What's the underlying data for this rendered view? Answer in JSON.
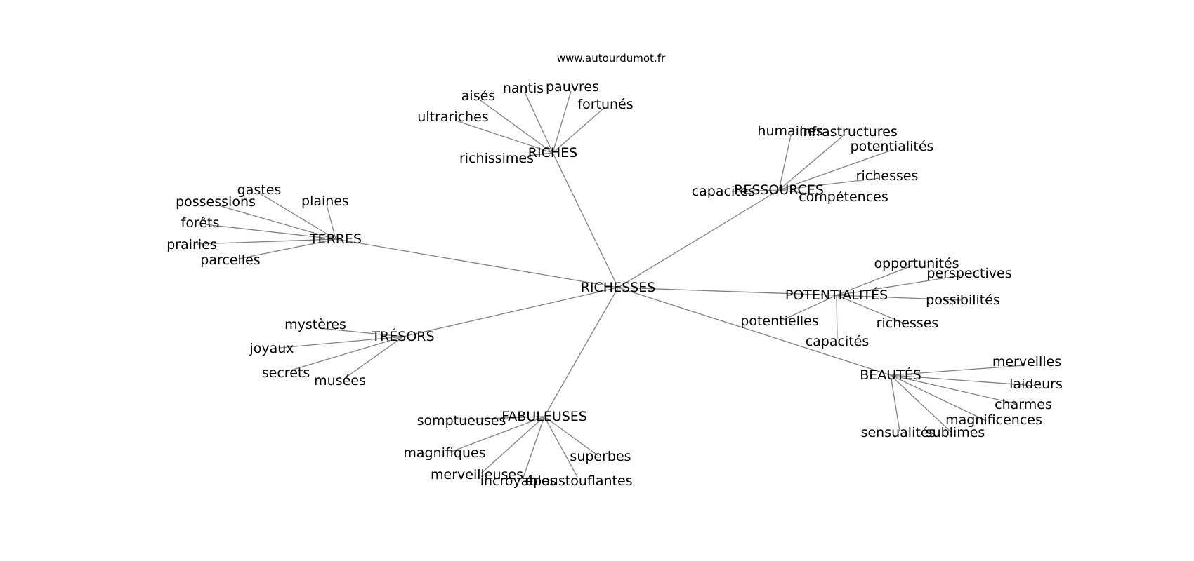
{
  "header": {
    "site": "www.autourdumot.fr"
  },
  "graph": {
    "center": {
      "id": "richesses-center",
      "label": "RICHESSES"
    },
    "hubs": [
      {
        "id": "riches",
        "label": "RICHES",
        "leaves": [
          "aisés",
          "nantis",
          "pauvres",
          "fortunés",
          "ultrariches",
          "richissimes"
        ]
      },
      {
        "id": "ressources",
        "label": "RESSOURCES",
        "leaves": [
          "humaines",
          "infrastructures",
          "potentialités",
          "richesses",
          "compétences",
          "capacités"
        ]
      },
      {
        "id": "terres",
        "label": "TERRES",
        "leaves": [
          "gastes",
          "possessions",
          "plaines",
          "forêts",
          "prairies",
          "parcelles"
        ]
      },
      {
        "id": "potentialites",
        "label": "POTENTIALITÉS",
        "leaves": [
          "opportunités",
          "perspectives",
          "possibilités",
          "richesses",
          "capacités",
          "potentielles"
        ]
      },
      {
        "id": "tresors",
        "label": "TRÉSORS",
        "leaves": [
          "mystères",
          "joyaux",
          "secrets",
          "musées"
        ]
      },
      {
        "id": "beautes",
        "label": "BEAUTÉS",
        "leaves": [
          "merveilles",
          "laideurs",
          "charmes",
          "magnificences",
          "sublimes",
          "sensualités"
        ]
      },
      {
        "id": "fabuleuses",
        "label": "FABULEUSES",
        "leaves": [
          "somptueuses",
          "magnifiques",
          "merveilleuses",
          "incroyables",
          "époustouflantes",
          "superbes"
        ]
      }
    ]
  }
}
